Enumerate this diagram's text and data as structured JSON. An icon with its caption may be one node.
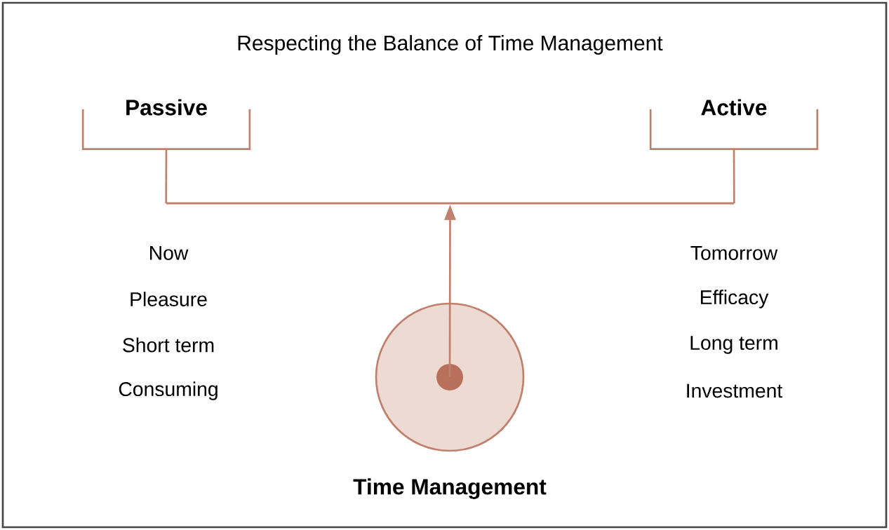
{
  "diagram": {
    "title": "Respecting the Balance of Time Management",
    "nodes": [
      {
        "text": [
          "Passive"
        ]
      },
      {
        "text": [
          "Active"
        ]
      },
      {
        "text": [],
        "shape": "bar"
      },
      {
        "text": [
          "Time Management"
        ]
      },
      {
        "text": [],
        "shape": "circle",
        "in": 3
      }
    ],
    "edges": [
      {
        "from": 2,
        "to": 0,
        "arrow": "none"
      },
      {
        "from": 2,
        "to": 1,
        "arrow": "none"
      },
      {
        "from": 4,
        "to": 2,
        "arrow": "to"
      }
    ],
    "labels": [
      "Now",
      "Tomorrow",
      "Pleasure",
      "Efficacy",
      "Short term",
      "Long term",
      "Consuming",
      "Investment"
    ]
  }
}
